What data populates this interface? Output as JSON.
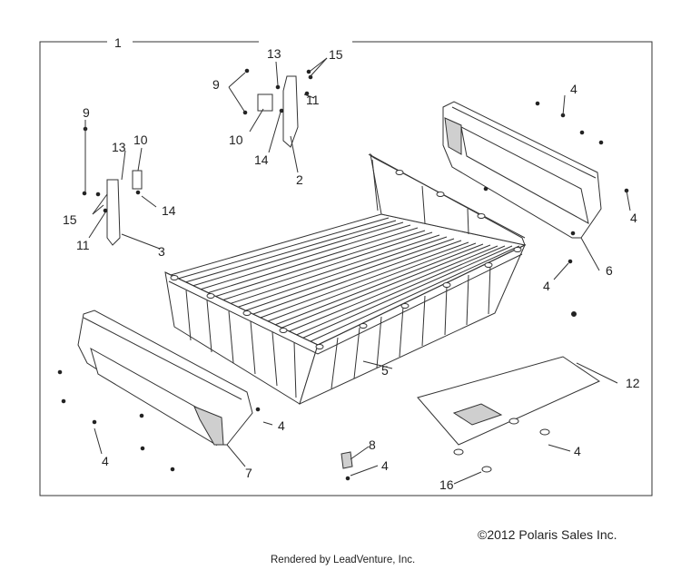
{
  "callouts": {
    "c1": "1",
    "c2": "2",
    "c3": "3",
    "c4a": "4",
    "c4b": "4",
    "c4c": "4",
    "c4d": "4",
    "c4e": "4",
    "c4f": "4",
    "c4g": "4",
    "c5": "5",
    "c6": "6",
    "c7": "7",
    "c8": "8",
    "c9a": "9",
    "c9b": "9",
    "c10a": "10",
    "c10b": "10",
    "c11a": "11",
    "c11b": "11",
    "c12": "12",
    "c13a": "13",
    "c13b": "13",
    "c14a": "14",
    "c14b": "14",
    "c15a": "15",
    "c15b": "15",
    "c16": "16"
  },
  "footer": {
    "copyright": "©2012 Polaris Sales Inc.",
    "rendered_by": "Rendered by LeadVenture, Inc."
  },
  "colors": {
    "line": "#333333",
    "background": "#ffffff"
  }
}
